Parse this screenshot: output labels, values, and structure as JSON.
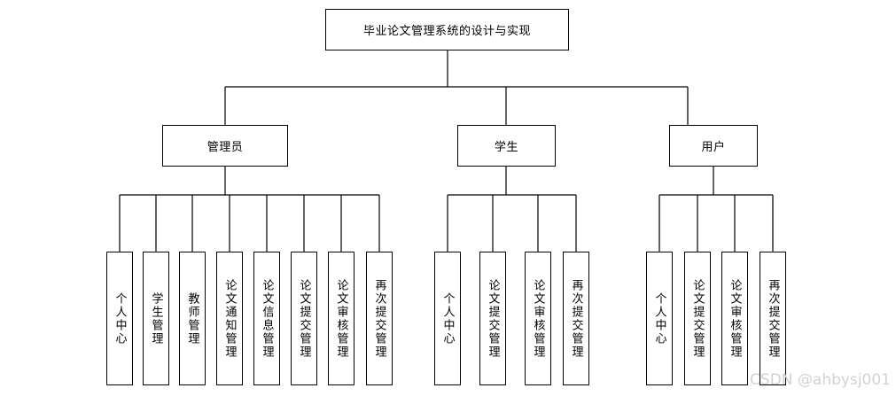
{
  "root": {
    "label": "毕业论文管理系统的设计与实现"
  },
  "groups": [
    {
      "label": "管理员",
      "children": [
        "个人中心",
        "学生管理",
        "教师管理",
        "论文通知管理",
        "论文信息管理",
        "论文提交管理",
        "论文审核管理",
        "再次提交管理"
      ]
    },
    {
      "label": "学生",
      "children": [
        "个人中心",
        "论文提交管理",
        "论文审核管理",
        "再次提交管理"
      ]
    },
    {
      "label": "用户",
      "children": [
        "个人中心",
        "论文提交管理",
        "论文审核管理",
        "再次提交管理"
      ]
    }
  ],
  "watermark": "CSDN @ahbysj001",
  "colors": {
    "line": "#000000",
    "box_border": "#000000",
    "watermark": "#d2d2d2"
  }
}
